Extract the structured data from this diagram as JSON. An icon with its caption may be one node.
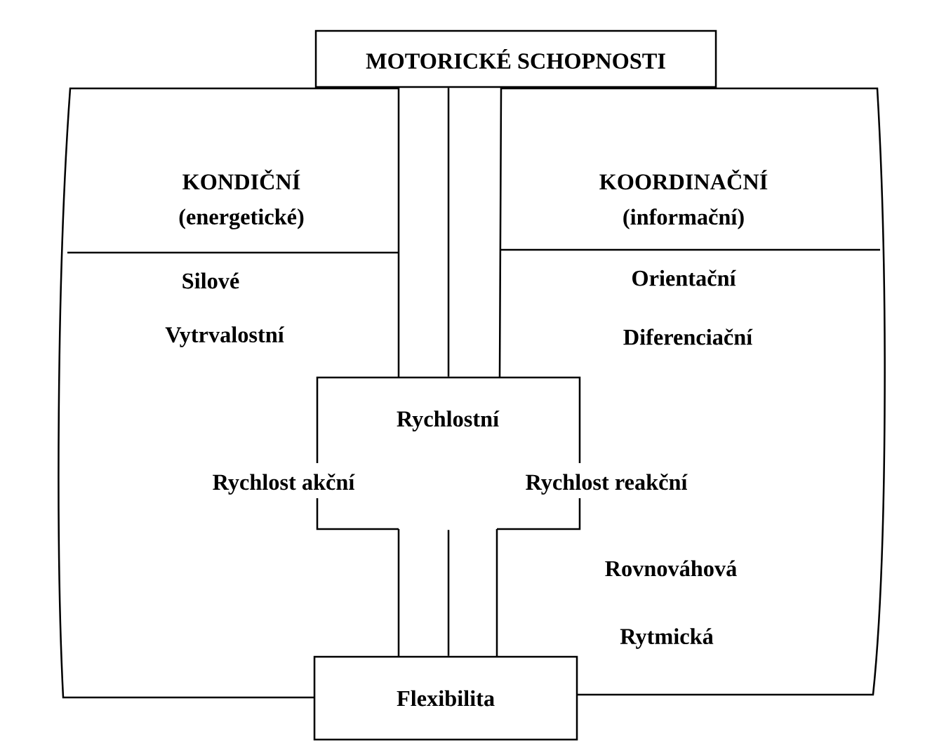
{
  "diagram": {
    "nodes": [
      {
        "text": [
          "MOTORICKÉ SCHOPNOSTI"
        ]
      },
      {
        "text": [
          "KONDIČNÍ",
          "(energetické)",
          "Silové",
          "Vytrvalostní"
        ]
      },
      {
        "text": [
          "KOORDINAČNÍ",
          "(informační)",
          "Orientační",
          "Diferenciační",
          "Rovnováhová",
          "Rytmická"
        ]
      },
      {
        "text": [
          "Rychlostní",
          "Rychlost akční",
          "Rychlost reakční"
        ]
      },
      {
        "text": [
          "Flexibilita"
        ]
      }
    ],
    "edges": [
      {
        "from": 0,
        "to": 3,
        "arrow": "none"
      },
      {
        "from": 3,
        "to": 4,
        "arrow": "none"
      }
    ]
  }
}
